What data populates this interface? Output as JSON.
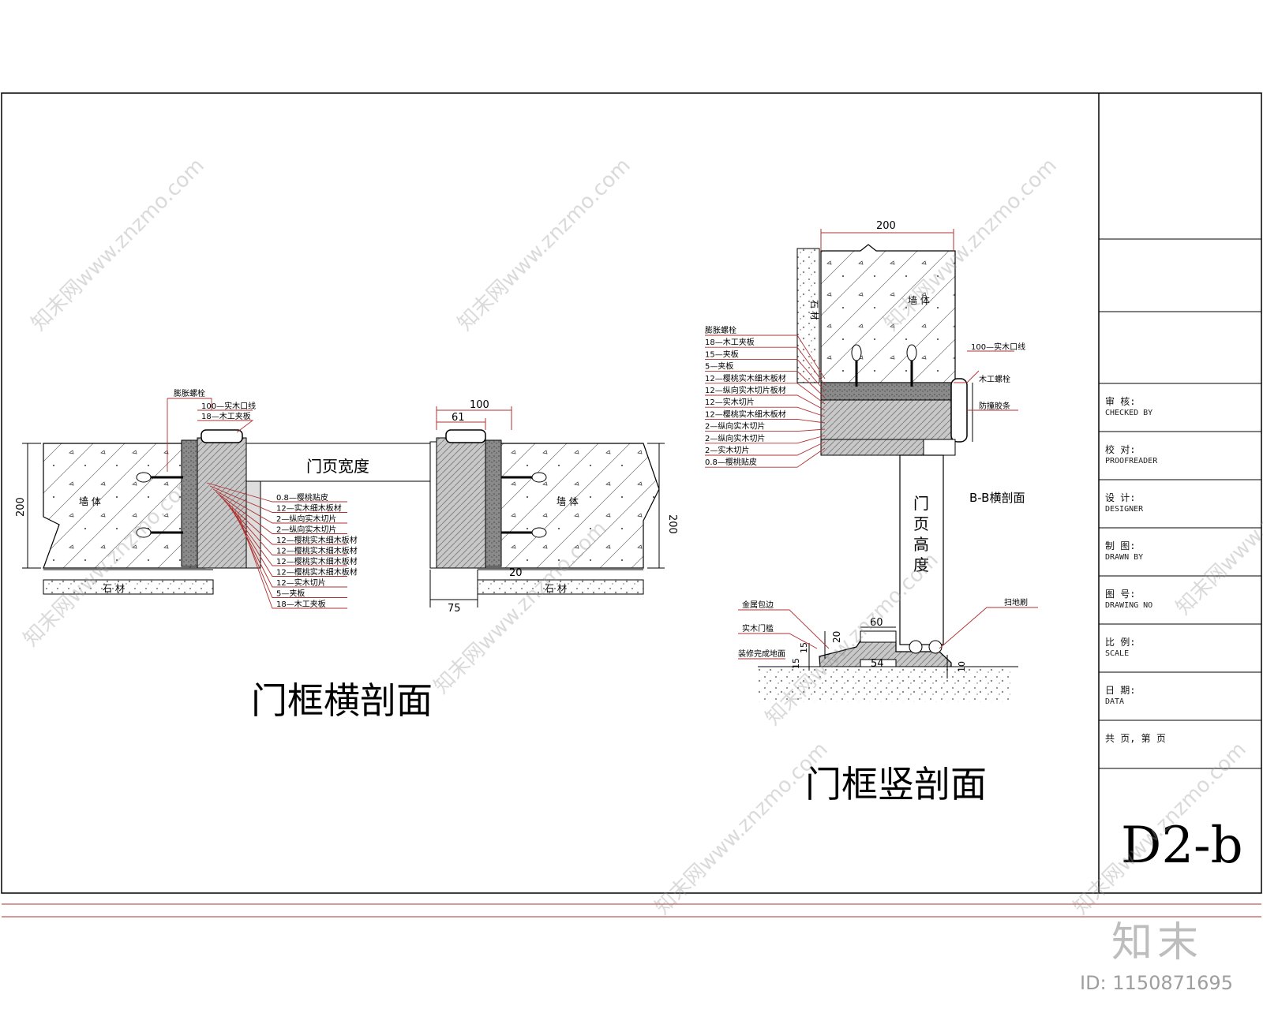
{
  "sheet": {
    "drawing_no": "D2-b",
    "title_block": [
      {
        "cn": "审 核:",
        "en": "CHECKED BY"
      },
      {
        "cn": "校 对:",
        "en": "PROOFREADER"
      },
      {
        "cn": "设 计:",
        "en": "DESIGNER"
      },
      {
        "cn": "制 图:",
        "en": "DRAWN BY"
      },
      {
        "cn": "图 号:",
        "en": "DRAWING NO"
      },
      {
        "cn": "比 例:",
        "en": "SCALE"
      },
      {
        "cn": "日 期:",
        "en": "DATA"
      },
      {
        "cn": "共 页, 第 页",
        "en": ""
      }
    ]
  },
  "horizontal_section": {
    "title": "门框横剖面",
    "door_width_label": "门页宽度",
    "wall_label": "墙 体",
    "stone_label": "石 材",
    "dims": {
      "height_left": "200",
      "height_right": "200",
      "frame_width": "100",
      "frame_inner": "61",
      "bottom_a": "75",
      "bottom_b": "20"
    },
    "callouts_top": [
      "膨胀螺栓",
      "100—实木口线",
      "18—木工夹板"
    ],
    "callouts_right": [
      "0.8—樱桃贴皮",
      "12—实木细木板材",
      "2—纵向实木切片",
      "2—纵向实木切片",
      "12—樱桃实木细木板材",
      "12—樱桃实木细木板材",
      "12—樱桃实木细木板材",
      "12—樱桃实木细木板材",
      "12—实木切片",
      "5—夹板",
      "18—木工夹板"
    ]
  },
  "vertical_section": {
    "title": "门框竖剖面",
    "door_height_label": "门页高度",
    "section_label": "B-B横剖面",
    "wall_label": "墙 体",
    "stone_label": "石 材",
    "dims": {
      "top_width": "200",
      "sill_60": "60",
      "sill_54": "54",
      "h20": "20",
      "h15a": "15",
      "h15b": "15",
      "h10": "10"
    },
    "callouts_left": [
      "膨胀螺栓",
      "18—木工夹板",
      "15—夹板",
      "5—夹板",
      "12—樱桃实木细木板材",
      "12—纵向实木切片板材",
      "12—实木切片",
      "12—樱桃实木细木板材",
      "2—纵向实木切片",
      "2—纵向实木切片",
      "2—实木切片",
      "0.8—樱桃贴皮"
    ],
    "callouts_right": [
      "100—实木口线",
      "木工螺栓",
      "防撞胶条"
    ],
    "bottom_labels": {
      "metal_edge": "金属包边",
      "threshold": "实木门槛",
      "floor_note": "装修完成地面",
      "sweep": "扫地刷"
    }
  },
  "watermark": {
    "brand": "知末",
    "id": "ID: 1150871695",
    "diagonal": "知末网www.znzmo.com"
  }
}
